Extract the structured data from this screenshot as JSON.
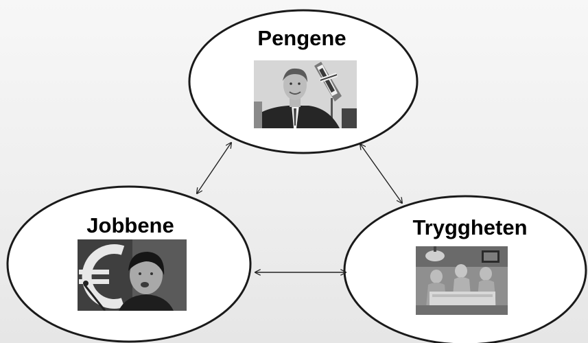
{
  "nodes": {
    "top": {
      "label": "Pengene",
      "photo": "smiling-man-with-norwegian-flag-photo"
    },
    "left": {
      "label": "Jobbene",
      "photo": "woman-speaking-euro-sign-photo"
    },
    "right": {
      "label": "Tryggheten",
      "photo": "surgical-team-operating-room-photo"
    }
  },
  "colors": {
    "outline": "#1a1a1a",
    "fill": "#ffffff",
    "arrow": "#222222",
    "background": "#efefef"
  }
}
